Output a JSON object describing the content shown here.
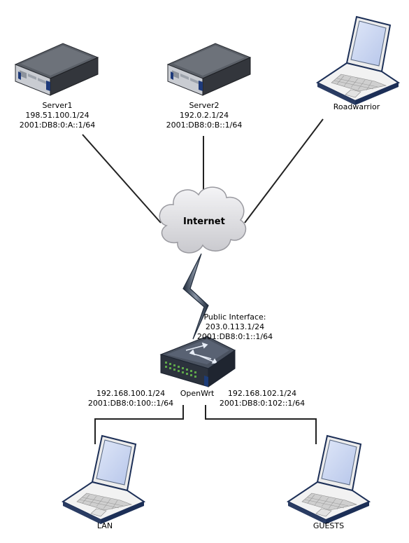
{
  "nodes": {
    "server1": {
      "name": "Server1",
      "ipv4": "198.51.100.1/24",
      "ipv6": "2001:DB8:0:A::1/64"
    },
    "server2": {
      "name": "Server2",
      "ipv4": "192.0.2.1/24",
      "ipv6": "2001:DB8:0:B::1/64"
    },
    "roadwarrior": {
      "name": "Roadwarrior"
    },
    "internet": {
      "name": "Internet"
    },
    "openwrt": {
      "name": "OpenWrt",
      "public_title": "Public Interface:",
      "public_ipv4": "203.0.113.1/24",
      "public_ipv6": "2001:DB8:0:1::1/64",
      "lan_ipv4": "192.168.100.1/24",
      "lan_ipv6": "2001:DB8:0:100::1/64",
      "guest_ipv4": "192.168.102.1/24",
      "guest_ipv6": "2001:DB8:0:102::1/64"
    },
    "lan": {
      "name": "LAN"
    },
    "guests": {
      "name": "GUESTS"
    }
  },
  "icons": {
    "server": "rack-server-icon",
    "laptop": "laptop-icon",
    "cloud": "cloud-icon",
    "router": "router-switch-icon",
    "link": "lightning-link-icon"
  },
  "colors": {
    "link_line": "#222222",
    "cloud_fill": "#d9d9dc",
    "cloud_stroke": "#9a9aa0",
    "laptop_screen": "#c7d4f0",
    "laptop_body": "#eeeeee",
    "laptop_outline": "#1c2f57",
    "bolt_fill": "#6f7a8a",
    "router_body": "#3d4552",
    "router_stripe": "#1c3c78"
  }
}
